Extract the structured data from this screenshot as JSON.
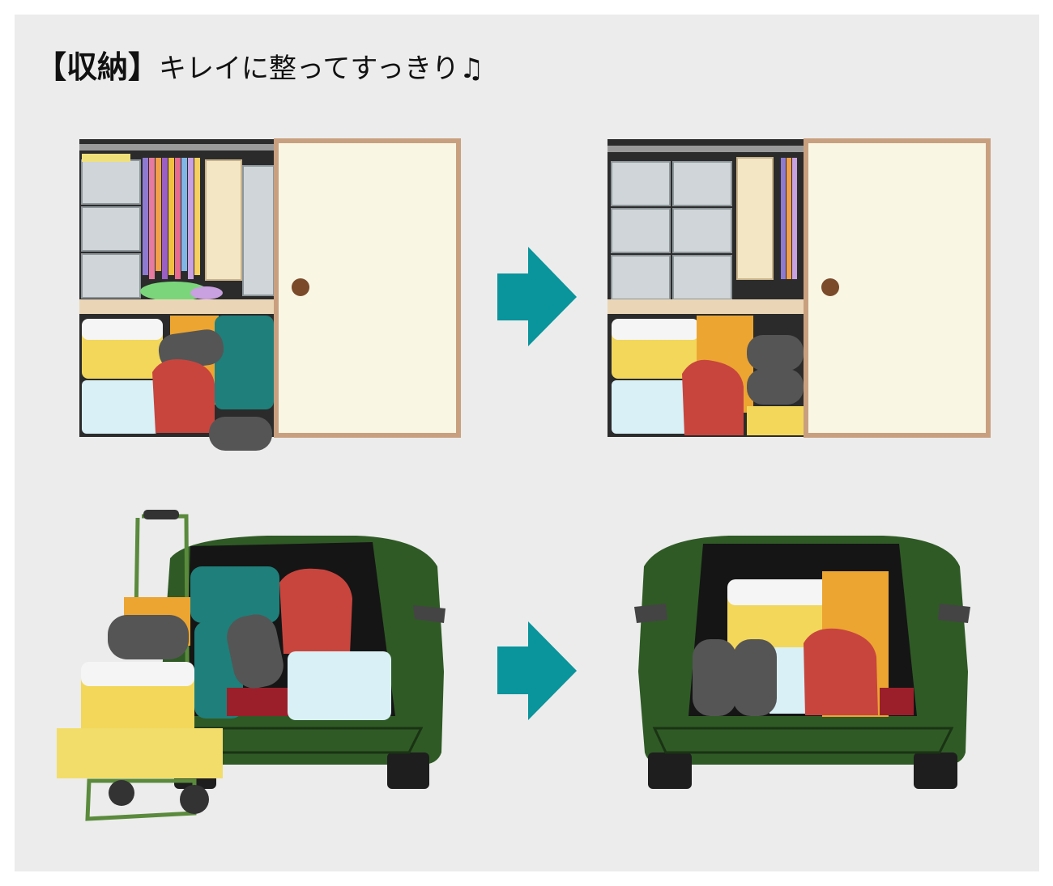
{
  "title": {
    "tag": "【収納】",
    "text": "キレイに整ってすっきり♫"
  },
  "colors": {
    "background": "#ececec",
    "arrow": "#0a949c",
    "car": "#2f5a25",
    "door": "#f9f6e4",
    "door_frame": "#c9a07f"
  },
  "scenes": [
    {
      "name": "closet",
      "before": "messy",
      "after": "organized"
    },
    {
      "name": "car-trunk",
      "before": "messy",
      "after": "organized"
    }
  ]
}
